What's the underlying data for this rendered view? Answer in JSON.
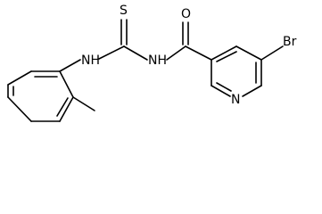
{
  "structure": {
    "atom_labels": {
      "sulfur": "S",
      "oxygen": "O",
      "nh_left": "NH",
      "nh_right": "NH",
      "bromine": "Br",
      "nitrogen": "N"
    }
  },
  "colors": {
    "background": "#ffffff",
    "bond": "#000000",
    "label": "#000000"
  }
}
